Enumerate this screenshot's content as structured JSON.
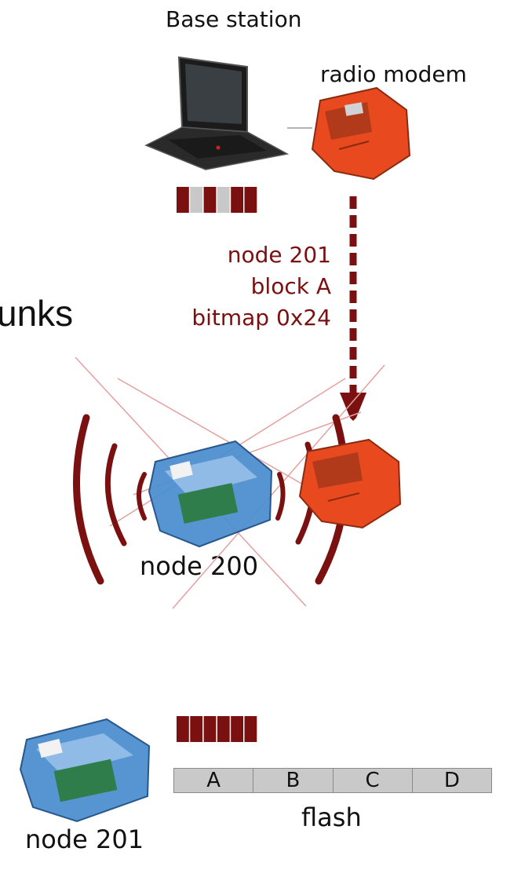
{
  "labels": {
    "base_station": "Base station",
    "radio_modem": "radio modem",
    "message": [
      "node 201",
      "block A",
      "bitmap 0x24"
    ],
    "chunks_fragment": "unks",
    "node_200": "node 200",
    "node_201": "node 201",
    "flash": "flash"
  },
  "flash_blocks": [
    "A",
    "B",
    "C",
    "D"
  ],
  "bitmaps": {
    "base_station": [
      1,
      0,
      1,
      0,
      1,
      1
    ],
    "node_201": [
      1,
      1,
      1,
      1,
      1,
      1
    ]
  },
  "colors": {
    "accent": "#7a1010",
    "bitmap_set": "#7a1010",
    "bitmap_clear": "#c8c8c8",
    "modem": "#e8491f",
    "node_case": "#4f8fd0",
    "cross": "#e5a0a0"
  },
  "icons": [
    "laptop-icon",
    "radio-modem-icon",
    "sensor-node-icon",
    "signal-waves-icon"
  ]
}
